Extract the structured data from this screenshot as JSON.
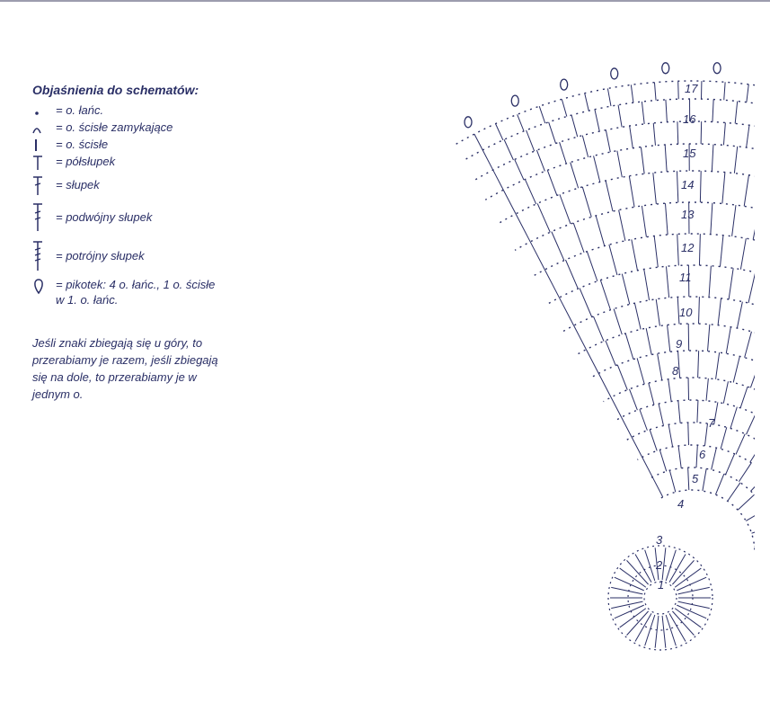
{
  "legend": {
    "title": "Objaśnienia do schematów:",
    "items": [
      {
        "icon": "chain-dot",
        "text": "= o. łańc."
      },
      {
        "icon": "slip-arc",
        "text": "= o. ścisłe zamykające"
      },
      {
        "icon": "single-bar",
        "text": "= o. ścisłe"
      },
      {
        "icon": "half-double-t",
        "text": "= półsłupek"
      },
      {
        "icon": "double-crochet",
        "text": "= słupek"
      },
      {
        "icon": "treble-crochet",
        "text": "= podwójny słupek"
      },
      {
        "icon": "triple-treble",
        "text": "= potrójny słupek"
      },
      {
        "icon": "picot-loop",
        "text": "= pikotek: 4 o. łańc., 1 o. ścisłe",
        "text2": "w 1. o. łańc."
      }
    ]
  },
  "note": "Jeśli znaki zbiegają się u góry, to przerabiamy je razem, jeśli zbiegają się na dole, to przerabiamy je w jednym o.",
  "rows": [
    "1",
    "2",
    "3",
    "4",
    "5",
    "6",
    "7",
    "8",
    "9",
    "10",
    "11",
    "12",
    "13",
    "14",
    "15",
    "16",
    "17"
  ],
  "colors": {
    "ink": "#2a2f66",
    "rule": "#9c9cae"
  }
}
